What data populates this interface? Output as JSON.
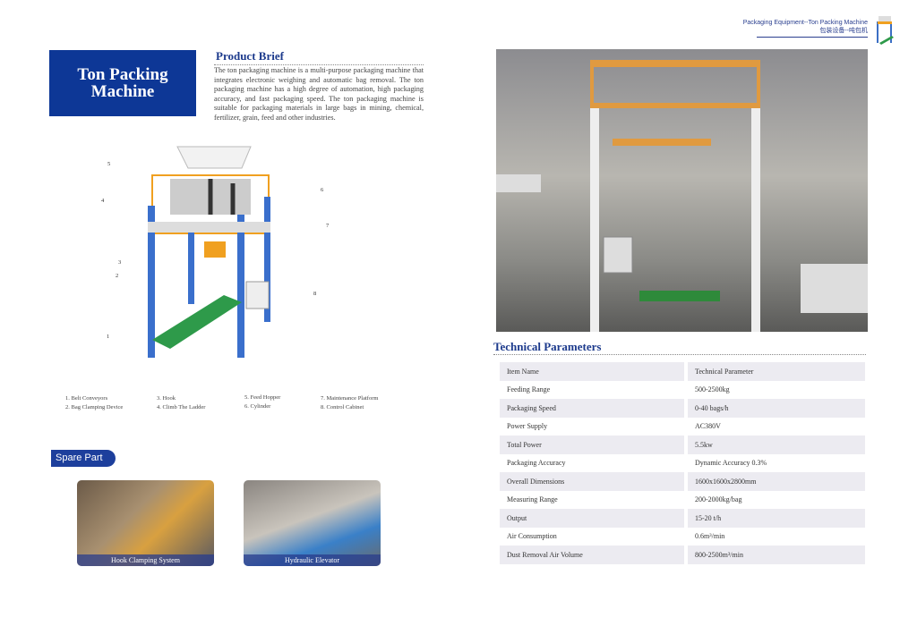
{
  "header": {
    "en": "Packaging Equipment--Ton Packing Machine",
    "zh": "包装设备--吨包机"
  },
  "title": {
    "line1": "Ton Packing",
    "line2": "Machine"
  },
  "brief": {
    "heading": "Product Brief",
    "text": "The ton packaging machine is a multi-purpose packaging machine that integrates electronic weighing and automatic bag removal. The ton packaging machine has a high degree of automation, high packaging accuracy, and fast packaging speed. The ton packaging machine is suitable for packaging materials in large bags in mining, chemical, fertilizer, grain, feed and other industries."
  },
  "callouts": [
    "1",
    "2",
    "3",
    "4",
    "5",
    "6",
    "7",
    "8"
  ],
  "legend": [
    "1. Belt Conveyors",
    "2. Bag Clamping Device",
    "3. Hook",
    "4. Climb The Ladder",
    "5. Feed Hopper",
    "6. Cylinder",
    "7. Maintenance Platform",
    "8. Control Cabinet"
  ],
  "spare": {
    "heading": "Spare Part",
    "items": [
      "Hook Clamping System",
      "Hydraulic Elevator"
    ]
  },
  "tech": {
    "heading": "Technical Parameters",
    "columns": [
      "Item Name",
      "Technical Parameter"
    ],
    "rows": [
      [
        "Feeding Range",
        "500-2500kg"
      ],
      [
        "Packaging Speed",
        "0-40 bags/h"
      ],
      [
        "Power Supply",
        "AC380V"
      ],
      [
        "Total Power",
        "5.5kw"
      ],
      [
        "Packaging Accuracy",
        "Dynamic Accuracy 0.3%"
      ],
      [
        "Overall Dimensions",
        "1600x1600x2800mm"
      ],
      [
        "Measuring Range",
        "200-2000kg/bag"
      ],
      [
        "Output",
        "15-20 t/h"
      ],
      [
        "Air Consumption",
        "0.6m³/min"
      ],
      [
        "Dust Removal Air Volume",
        "800-2500m³/min"
      ]
    ]
  }
}
